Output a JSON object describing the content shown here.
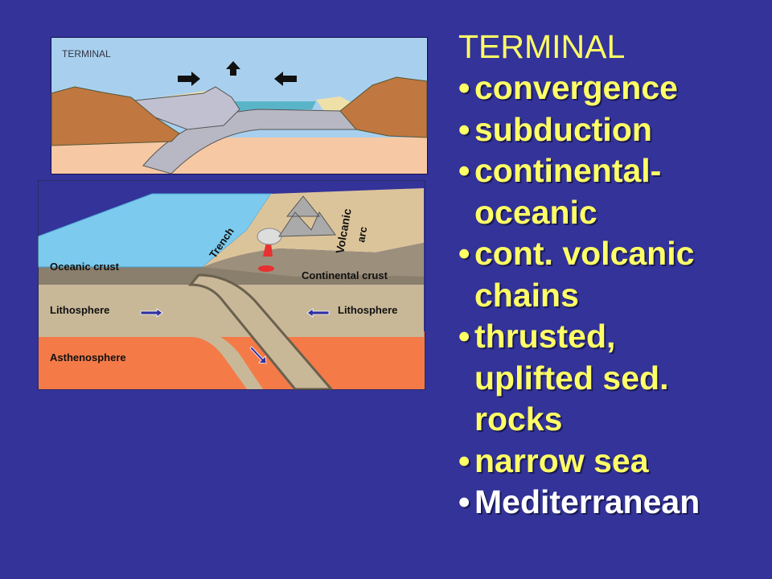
{
  "slide": {
    "title": "TERMINAL",
    "bullets": [
      {
        "lines": [
          "convergence"
        ]
      },
      {
        "lines": [
          "subduction"
        ]
      },
      {
        "lines": [
          "continental-",
          "oceanic"
        ]
      },
      {
        "lines": [
          "cont. volcanic",
          "chains"
        ]
      },
      {
        "lines": [
          "thrusted,",
          "uplifted sed.",
          "rocks"
        ]
      },
      {
        "lines": [
          "narrow sea"
        ]
      },
      {
        "lines": [
          "Mediterranean"
        ]
      }
    ],
    "bullet_glyph": "•"
  },
  "top_diagram": {
    "label": "TERMINAL"
  },
  "bottom_diagram": {
    "labels": {
      "oceanic_crust": "Oceanic crust",
      "trench": "Trench",
      "volcanic": "Volcanic",
      "arc": "arc",
      "continental_crust": "Continental crust",
      "lithosphere_left": "Lithosphere",
      "lithosphere_right": "Lithosphere",
      "asthenosphere": "Asthenosphere"
    }
  },
  "colors": {
    "background": "#333399",
    "text": "#ffff66",
    "highlight": "#ffffff"
  }
}
